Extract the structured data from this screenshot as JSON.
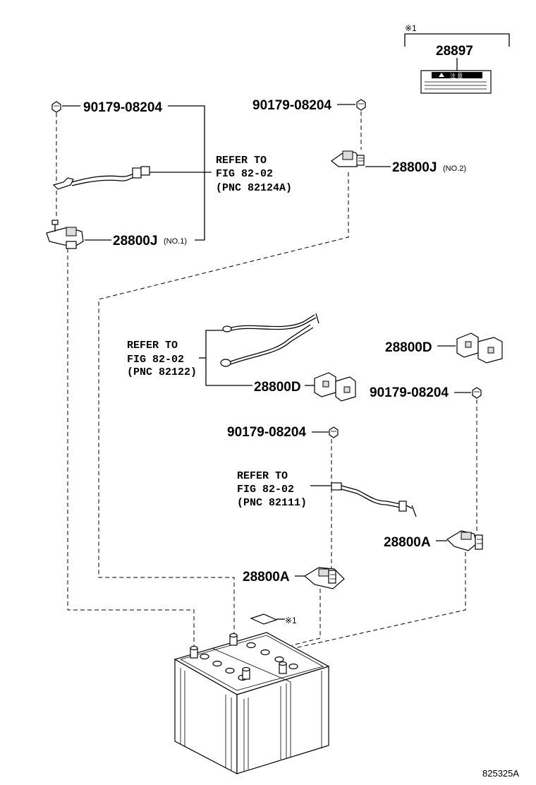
{
  "note_mark": "※1",
  "label_part": "28897",
  "label_text": "注 意",
  "parts": {
    "nut_1": "90179-08204",
    "nut_2": "90179-08204",
    "nut_3": "90179-08204",
    "nut_4": "90179-08204",
    "terminal_no1": "28800J",
    "terminal_no1_note": "(NO.1)",
    "terminal_no2": "28800J",
    "terminal_no2_note": "(NO.2)",
    "cover_1": "28800D",
    "cover_2": "28800D",
    "clamp_1": "28800A",
    "clamp_2": "28800A"
  },
  "references": {
    "ref_82124A": [
      "REFER TO",
      "FIG 82-02",
      "(PNC 82124A)"
    ],
    "ref_82122": [
      "REFER TO",
      "FIG 82-02",
      "(PNC 82122)"
    ],
    "ref_82111": [
      "REFER TO",
      "FIG 82-02",
      "(PNC 82111)"
    ]
  },
  "battery_note_mark": "※1",
  "illustration_id": "825325A"
}
